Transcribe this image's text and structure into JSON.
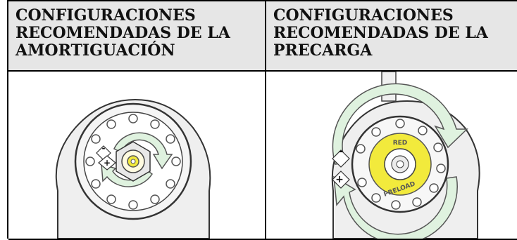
{
  "table": {
    "headers": [
      "CONFIGURACIONES RECOMENDADAS DE LA AMORTIGUACIÓN",
      "CONFIGURACIONES RECOMENDADAS DE LA PRECARGA"
    ]
  },
  "images": {
    "damping": {
      "minus_symbol": "-",
      "plus_symbol": "+"
    },
    "preload": {
      "label_top": "RED",
      "label_arc": "PRELOAD",
      "minus_symbol": "-",
      "plus_symbol": "+"
    }
  },
  "colors": {
    "header_bg": "#e6e6e6",
    "arrow_green": "#dff2df",
    "knob_yellow": "#f2ea3c"
  }
}
